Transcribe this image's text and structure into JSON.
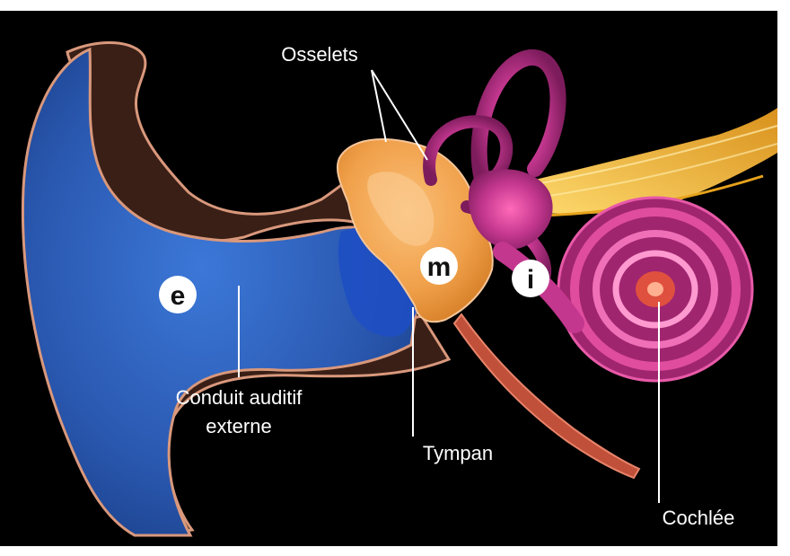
{
  "labels": {
    "ossicles": "Osselets",
    "ear_canal_line1": "Conduit auditif",
    "ear_canal_line2": "externe",
    "eardrum": "Tympan",
    "cochlea": "Cochlée"
  },
  "zones": {
    "outer": "e",
    "middle": "m",
    "inner": "i"
  },
  "colors": {
    "background": "#000000",
    "outer_ear_blue": "#2f5fb8",
    "tissue_brown": "#3a1f16",
    "tissue_edge": "#d9987c",
    "ossicles_orange": "#f0a04a",
    "labyrinth_magenta": "#c4378f",
    "nerve_yellow": "#f2b632",
    "eustachian_tube": "#c0503a",
    "label_text": "#ffffff",
    "badge_fill": "#ffffff"
  }
}
